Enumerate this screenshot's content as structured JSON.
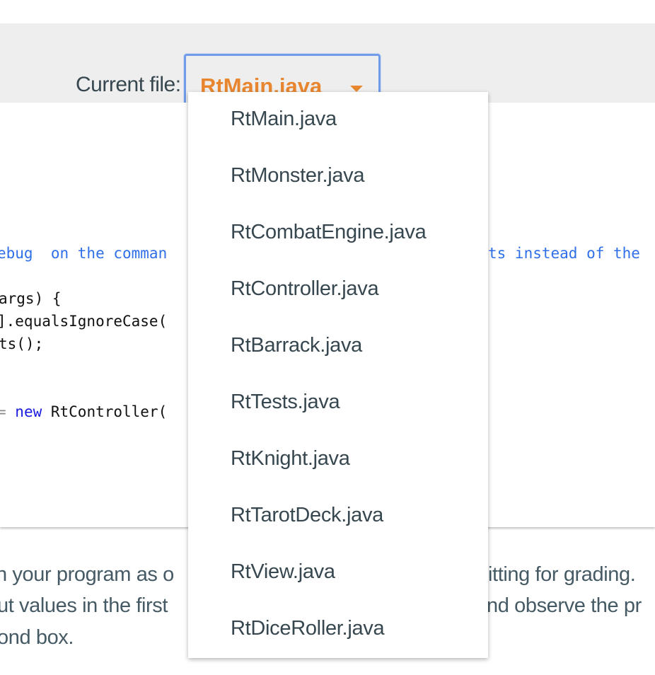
{
  "header": {
    "label": "Current file:",
    "selected_file": "RtMain.java",
    "accent_color": "#e8862f"
  },
  "code": {
    "comment_left": "ebug  on the comman",
    "comment_right": "ts instead of the",
    "line_args": "args) {",
    "line_equals": "].equalsIgnoreCase(",
    "line_ts": "ts();",
    "line_new_prefix": "= ",
    "line_new_keyword": "new",
    "line_new_rest": " RtController("
  },
  "paragraph": {
    "line1_left": "n your program as o",
    "line1_right": "itting for grading.",
    "line2_left": "ut values in the first",
    "line2_right": "nd observe the pr",
    "line3_left": "ond box."
  },
  "dropdown": {
    "items": [
      "RtMain.java",
      "RtMonster.java",
      "RtCombatEngine.java",
      "RtController.java",
      "RtBarrack.java",
      "RtTests.java",
      "RtKnight.java",
      "RtTarotDeck.java",
      "RtView.java",
      "RtDiceRoller.java"
    ]
  }
}
